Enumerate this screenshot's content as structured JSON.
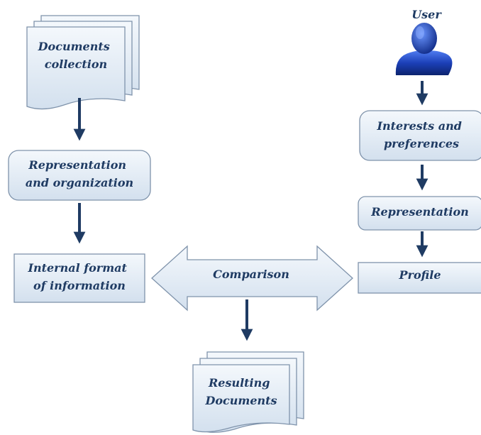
{
  "user": {
    "label": "User"
  },
  "left_flow": {
    "documents_collection": [
      "Documents",
      "collection"
    ],
    "representation_organization": [
      "Representation",
      "and organization"
    ],
    "internal_format": [
      "Internal format",
      "of information"
    ]
  },
  "right_flow": {
    "interests_preferences": [
      "Interests and",
      "preferences"
    ],
    "representation": "Representation",
    "profile": "Profile"
  },
  "center": {
    "comparison": "Comparison",
    "resulting_documents": [
      "Resulting",
      "Documents"
    ]
  },
  "colors": {
    "box_fill_top": "#f3f7fb",
    "box_fill_bottom": "#d6e2ef",
    "box_stroke": "#7f93ab",
    "arrow": "#1f3b63",
    "text": "#1f3b63",
    "user_icon": "#1e44b8"
  }
}
